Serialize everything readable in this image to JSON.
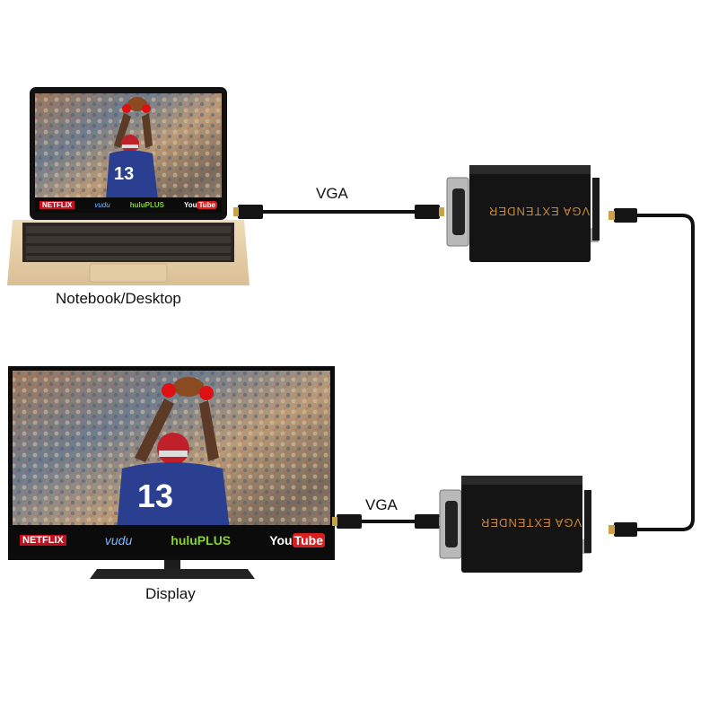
{
  "labels": {
    "notebook": "Notebook/Desktop",
    "display": "Display",
    "vga_top": "VGA",
    "vga_bottom": "VGA"
  },
  "extender": {
    "top_text": "VGA EXTENDER",
    "bottom_text": "VGA EXTENDER"
  },
  "screen_apps": {
    "netflix": "NETFLIX",
    "vudu": "vudu",
    "hulu": "huluPLUS",
    "youtube_you": "You",
    "youtube_tube": "Tube"
  },
  "jersey_number": "13",
  "colors": {
    "device_body": "#141414",
    "extender_text": "#c8873a",
    "cable": "#111111",
    "laptop_base": "#e6cfa8",
    "netflix": "#c1121f",
    "hulu": "#8ad12a",
    "youtube": "#d62020"
  }
}
